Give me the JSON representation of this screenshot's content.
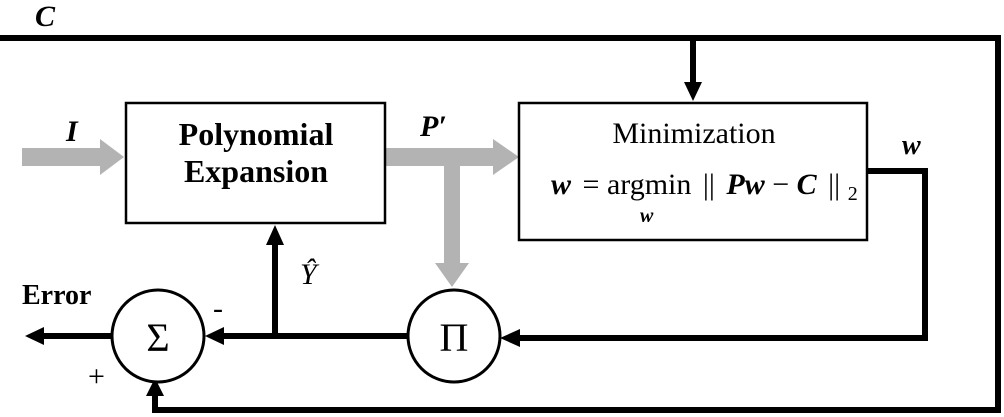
{
  "signals": {
    "c": "C",
    "i": "I",
    "p": "P′",
    "w": "w",
    "y_hat": "Ŷ"
  },
  "blocks": {
    "poly_line1": "Polynomial",
    "poly_line2": "Expansion",
    "min_title": "Minimization",
    "min_lhs": "w",
    "min_eq": "=",
    "min_op": "argmin",
    "min_norm_open": "||",
    "min_expr": "Pw",
    "min_minus": "−",
    "min_c": "C",
    "min_norm_close": "||",
    "min_sub": "2",
    "min_under": "w"
  },
  "operators": {
    "sum": "Σ",
    "product": "Π"
  },
  "labels": {
    "error": "Error",
    "plus": "+",
    "minus": "-"
  },
  "colors": {
    "line": "#000000",
    "gray_arrow": "#b3b3b3"
  }
}
